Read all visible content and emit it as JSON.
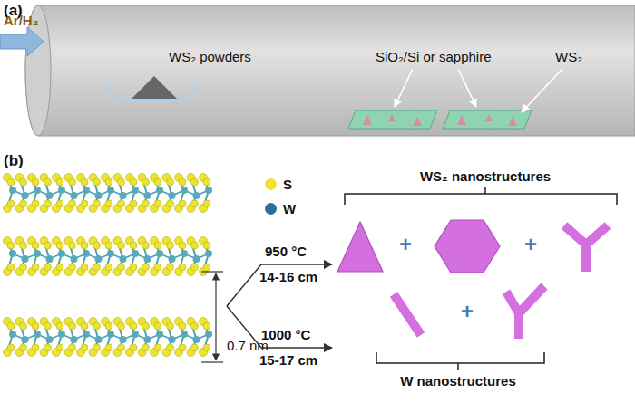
{
  "diagram": {
    "labels": [
      "(a)",
      "Ar/H₂",
      "WS₂ powders",
      "SiO₂/Si or sapphire",
      "WS₂",
      "(b)",
      "950 °C",
      "14-16 cm",
      "1000 °C",
      "15-17 cm",
      "0.7 nm",
      "WS₂ nanostructures",
      "+",
      "+",
      "+",
      "W nanostructures"
    ],
    "legend": [
      {
        "text": "S",
        "color": "#ece335"
      },
      {
        "text": "W",
        "color": "#2f6f96"
      }
    ]
  }
}
